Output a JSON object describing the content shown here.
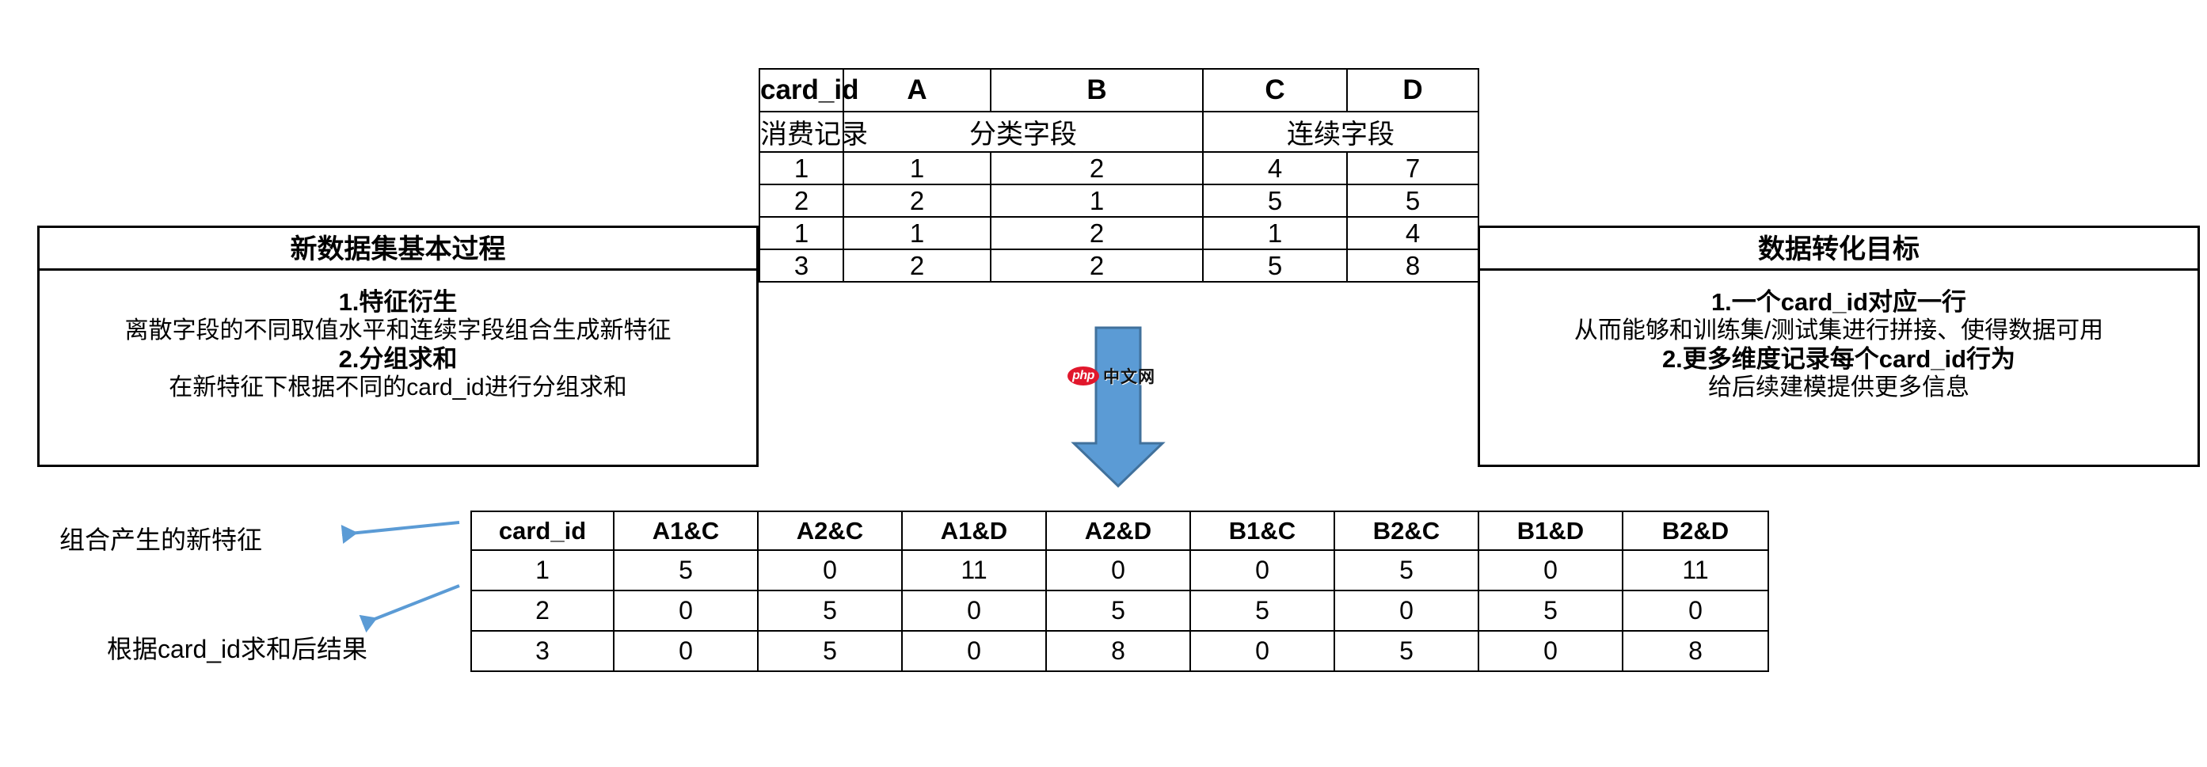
{
  "source_table": {
    "name": "consumption-records-table",
    "headers": [
      "card_id",
      "A",
      "B",
      "C",
      "D"
    ],
    "group_row": [
      {
        "label": "消费记录",
        "span": 1
      },
      {
        "label": "分类字段",
        "span": 2
      },
      {
        "label": "连续字段",
        "span": 2
      }
    ],
    "rows": [
      [
        "1",
        "1",
        "2",
        "4",
        "7"
      ],
      [
        "2",
        "2",
        "1",
        "5",
        "5"
      ],
      [
        "1",
        "1",
        "2",
        "1",
        "4"
      ],
      [
        "3",
        "2",
        "2",
        "5",
        "8"
      ]
    ]
  },
  "result_table": {
    "name": "aggregated-features-table",
    "headers": [
      "card_id",
      "A1&C",
      "A2&C",
      "A1&D",
      "A2&D",
      "B1&C",
      "B2&C",
      "B1&D",
      "B2&D"
    ],
    "rows": [
      [
        "1",
        "5",
        "0",
        "11",
        "0",
        "0",
        "5",
        "0",
        "11"
      ],
      [
        "2",
        "0",
        "5",
        "0",
        "5",
        "5",
        "0",
        "5",
        "0"
      ],
      [
        "3",
        "0",
        "5",
        "0",
        "8",
        "0",
        "5",
        "0",
        "8"
      ]
    ]
  },
  "left_box": {
    "title": "新数据集基本过程",
    "lines": [
      {
        "text": "1.特征衍生",
        "bold": true
      },
      {
        "text": "离散字段的不同取值水平和连续字段组合生成新特征",
        "bold": false
      },
      {
        "text": "2.分组求和",
        "bold": true
      },
      {
        "text": "在新特征下根据不同的card_id进行分组求和",
        "bold": false
      }
    ]
  },
  "right_box": {
    "title": "数据转化目标",
    "lines": [
      {
        "text": "1.一个card_id对应一行",
        "bold": true
      },
      {
        "text": "从而能够和训练集/测试集进行拼接、使得数据可用",
        "bold": false
      },
      {
        "text": "2.更多维度记录每个card_id行为",
        "bold": true
      },
      {
        "text": "给后续建模提供更多信息",
        "bold": false
      }
    ]
  },
  "annotations": {
    "new_feature": "组合产生的新特征",
    "sum_result": "根据card_id求和后结果"
  },
  "watermark": {
    "logo_text": "php",
    "text": "中文网"
  },
  "colors": {
    "arrow_fill": "#5B9BD5",
    "arrow_stroke": "#41719C",
    "annot_arrow": "#5B9BD5",
    "border": "#000000",
    "background": "#FFFFFF",
    "php_red": "#E1172C"
  }
}
